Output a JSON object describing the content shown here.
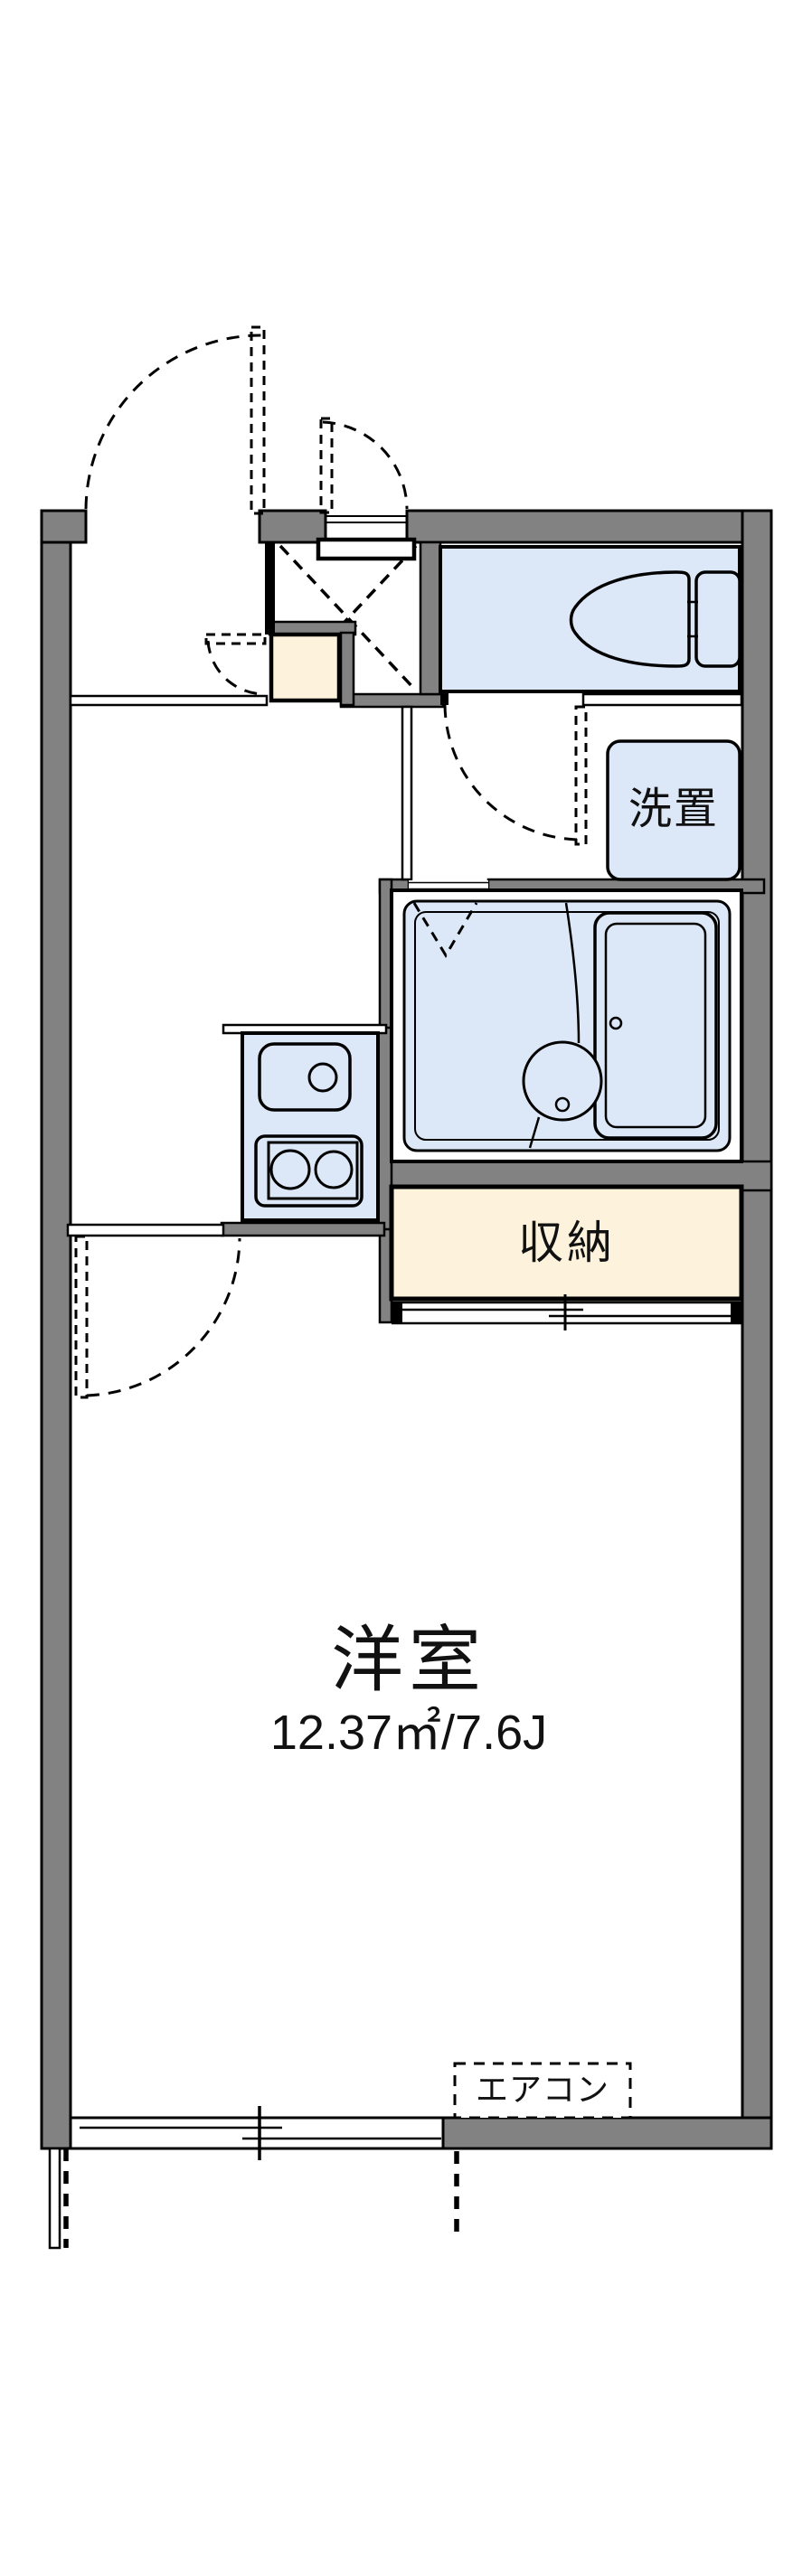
{
  "document": {
    "type": "apartment-floor-plan"
  },
  "labels": {
    "room_name": "洋室",
    "room_size": "12.37㎡/7.6J",
    "closet": "収納",
    "washer": "洗置",
    "aircon": "エアコン"
  },
  "rooms": [
    {
      "name": "洋室",
      "size": "12.37㎡/7.6J"
    },
    {
      "name": "収納"
    },
    {
      "name": "洗置"
    }
  ],
  "colors": {
    "wall_gray": "#828282",
    "water_area_blue": "#dce8f7",
    "storage_beige": "#fdf3dc",
    "outline_black": "#000000",
    "background_white": "#ffffff",
    "label_text": "#111111"
  }
}
